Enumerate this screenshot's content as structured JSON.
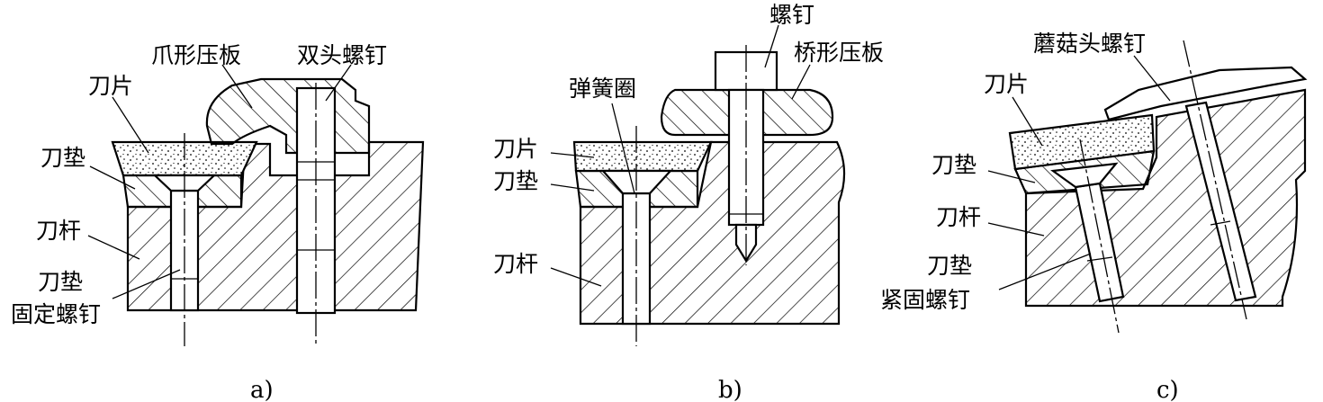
{
  "diagrams": [
    {
      "caption": "a)",
      "labels": {
        "blade": "刀片",
        "shim": "刀垫",
        "holder": "刀杆",
        "shim_screw_line1": "刀垫",
        "shim_screw_line2": "固定螺钉",
        "claw_clamp": "爪形压板",
        "double_screw": "双头螺钉"
      }
    },
    {
      "caption": "b)",
      "labels": {
        "screw": "螺钉",
        "bridge_clamp": "桥形压板",
        "spring_ring": "弹簧圈",
        "blade": "刀片",
        "shim": "刀垫",
        "holder": "刀杆"
      }
    },
    {
      "caption": "c)",
      "labels": {
        "mushroom_screw": "蘑菇头螺钉",
        "blade": "刀片",
        "shim": "刀垫",
        "holder": "刀杆",
        "tight_screw_line1": "刀垫",
        "tight_screw_line2": "紧固螺钉"
      }
    }
  ]
}
